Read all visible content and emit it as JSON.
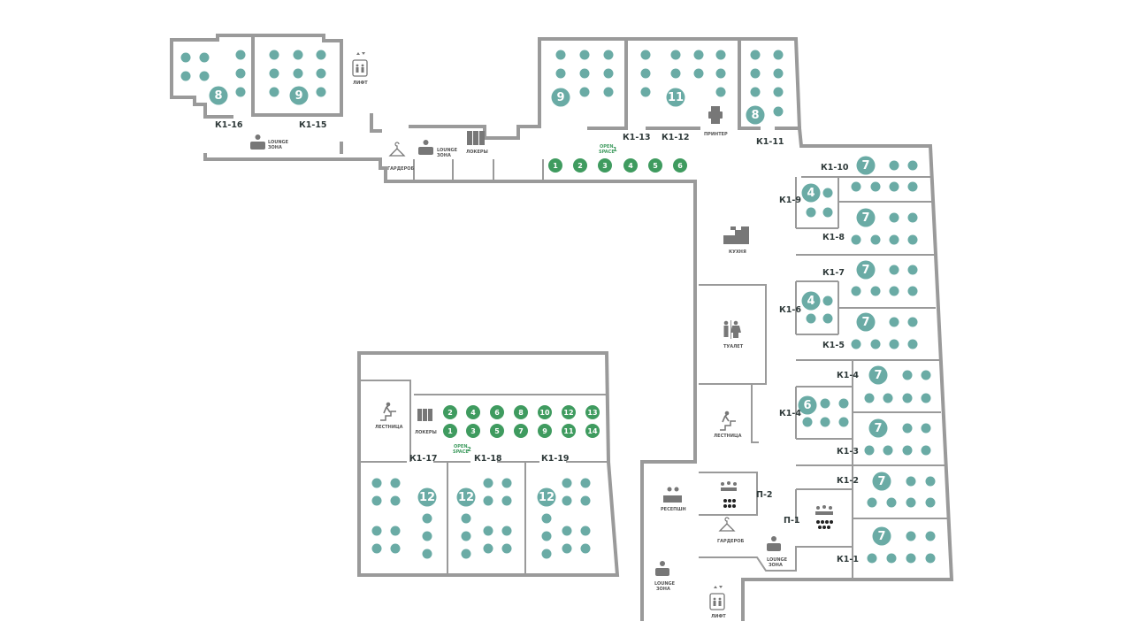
{
  "offices": [
    {
      "id": "K1-16",
      "label": "К1-16",
      "capacity": "8"
    },
    {
      "id": "K1-15",
      "label": "К1-15",
      "capacity": "9"
    },
    {
      "id": "K1-13",
      "label": "К1-13",
      "capacity": "9"
    },
    {
      "id": "K1-12",
      "label": "К1-12",
      "capacity": "11"
    },
    {
      "id": "K1-11",
      "label": "К1-11",
      "capacity": "8"
    },
    {
      "id": "K1-10",
      "label": "К1-10",
      "capacity": "7"
    },
    {
      "id": "K1-9",
      "label": "К1-9",
      "capacity": "4"
    },
    {
      "id": "K1-8",
      "label": "К1-8",
      "capacity": "7"
    },
    {
      "id": "K1-7",
      "label": "К1-7",
      "capacity": "7"
    },
    {
      "id": "K1-6",
      "label": "К1-6",
      "capacity": "4"
    },
    {
      "id": "K1-5",
      "label": "К1-5",
      "capacity": "7"
    },
    {
      "id": "K1-4a",
      "label": "К1-4",
      "capacity": "7"
    },
    {
      "id": "K1-4b",
      "label": "К1-4",
      "capacity": "6"
    },
    {
      "id": "K1-3",
      "label": "К1-3",
      "capacity": "7"
    },
    {
      "id": "K1-2",
      "label": "К1-2",
      "capacity": "7"
    },
    {
      "id": "K1-1",
      "label": "К1-1",
      "capacity": "7"
    },
    {
      "id": "K1-17",
      "label": "К1-17",
      "capacity": "12"
    },
    {
      "id": "K1-18",
      "label": "К1-18",
      "capacity": "12"
    },
    {
      "id": "K1-19",
      "label": "К1-19",
      "capacity": "12"
    }
  ],
  "meeting_rooms": {
    "p2": "П-2",
    "p1": "П-1"
  },
  "open_space_1": {
    "label_open": "OPEN",
    "label_space": "SPACE",
    "number": "1",
    "seats": [
      "1",
      "2",
      "3",
      "4",
      "5",
      "6"
    ]
  },
  "open_space_2": {
    "label_open": "OPEN",
    "label_space": "SPACE",
    "number": "2",
    "seats_top": [
      "2",
      "4",
      "6",
      "8",
      "10",
      "12",
      "13"
    ],
    "seats_bottom": [
      "1",
      "3",
      "5",
      "7",
      "9",
      "11",
      "14"
    ]
  },
  "amenities": {
    "lift": "ЛИФТ",
    "lounge_a": "LOUNGE",
    "lounge_b": "ЗОНА",
    "wardrobe": "ГАРДЕРОБ",
    "lockers": "ЛОКЕРЫ",
    "printer": "ПРИНТЕР",
    "kitchen": "КУХНЯ",
    "toilet": "ТУАЛЕТ",
    "stairs": "ЛЕСТНИЦА",
    "reception": "РЕСЕПШН"
  },
  "colors": {
    "wall": "#9a9a9a",
    "seat": "#6aaba5",
    "open_space": "#3f9b5f",
    "label": "#2f3a3a"
  }
}
